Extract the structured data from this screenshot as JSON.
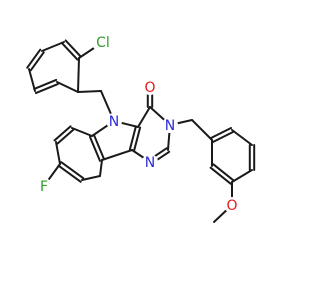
{
  "molecule": {
    "colors": {
      "carbon_bond": "#1a1a1a",
      "N": "#2b2bd9",
      "O": "#e31b1b",
      "F": "#2f9c2f",
      "Cl": "#2f9c2f"
    },
    "atoms": [
      {
        "id": "cl",
        "label": "Cl"
      },
      {
        "id": "o_carbonyl",
        "label": "O"
      },
      {
        "id": "n5",
        "label": "N"
      },
      {
        "id": "n3",
        "label": "N"
      },
      {
        "id": "n1",
        "label": "N"
      },
      {
        "id": "f",
        "label": "F"
      },
      {
        "id": "o_methoxy",
        "label": "O"
      }
    ]
  }
}
